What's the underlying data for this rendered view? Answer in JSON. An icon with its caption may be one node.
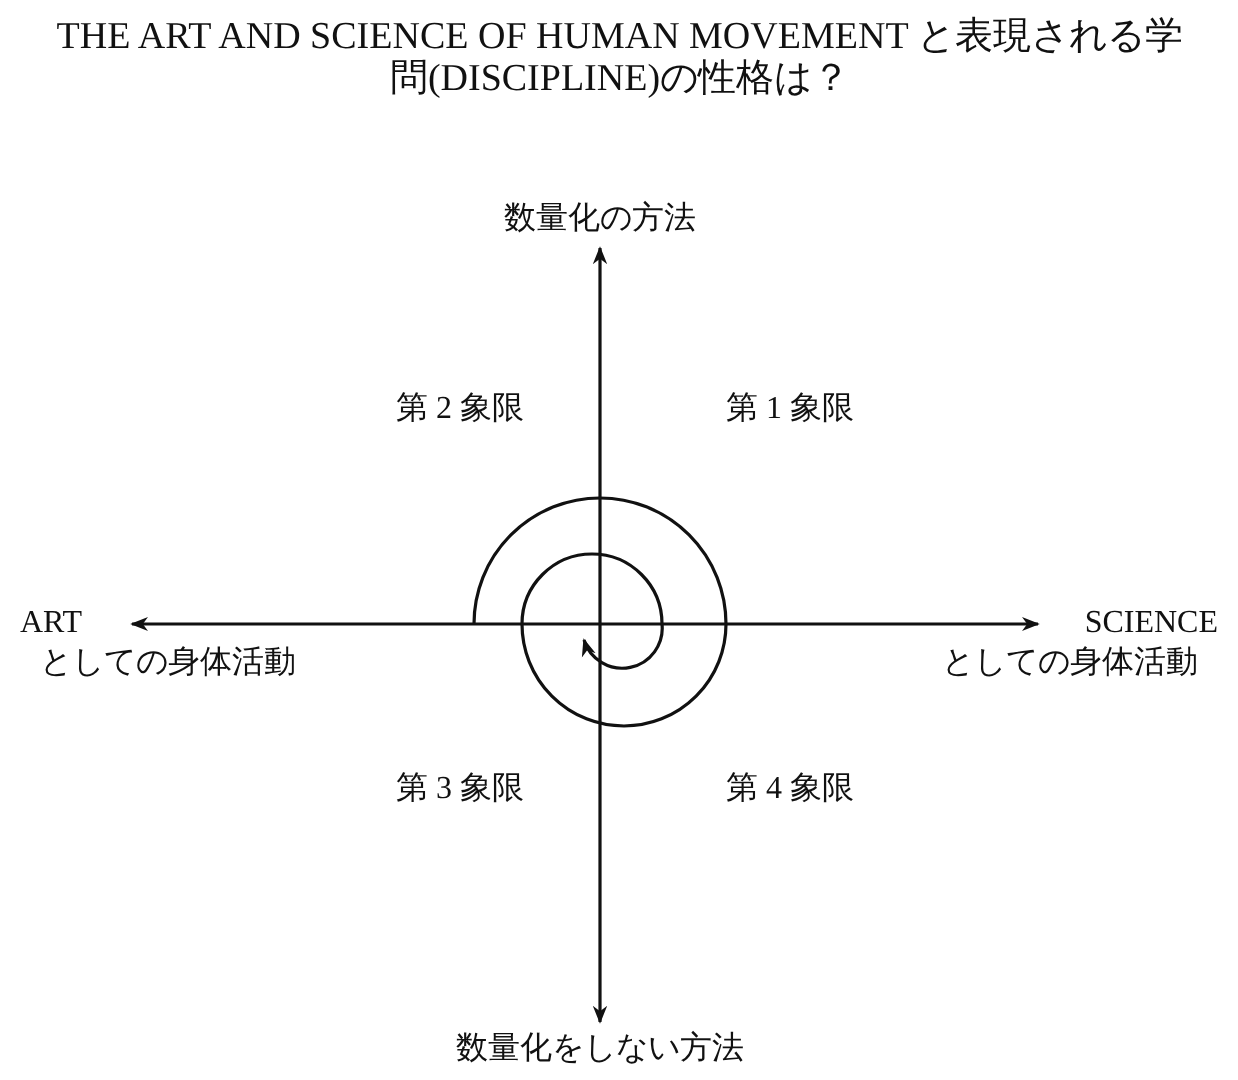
{
  "diagram": {
    "title": "THE ART AND SCIENCE OF HUMAN MOVEMENT と表現される学問(DISCIPLINE)の性格は？",
    "nodes": [
      {
        "text": [
          "数量化の方法"
        ]
      },
      {
        "text": [
          "ART",
          "としての身体活動"
        ]
      },
      {
        "text": [
          "SCIENCE",
          "としての身体活動"
        ]
      },
      {
        "text": [
          "数量化をしない方法"
        ]
      }
    ],
    "edges": [
      {
        "from": 0,
        "to": 3,
        "arrow": "both"
      },
      {
        "from": 1,
        "to": 2,
        "arrow": "both"
      }
    ],
    "labels": [
      "第 2 象限",
      "第 1 象限",
      "第 3 象限",
      "第 4 象限"
    ]
  }
}
